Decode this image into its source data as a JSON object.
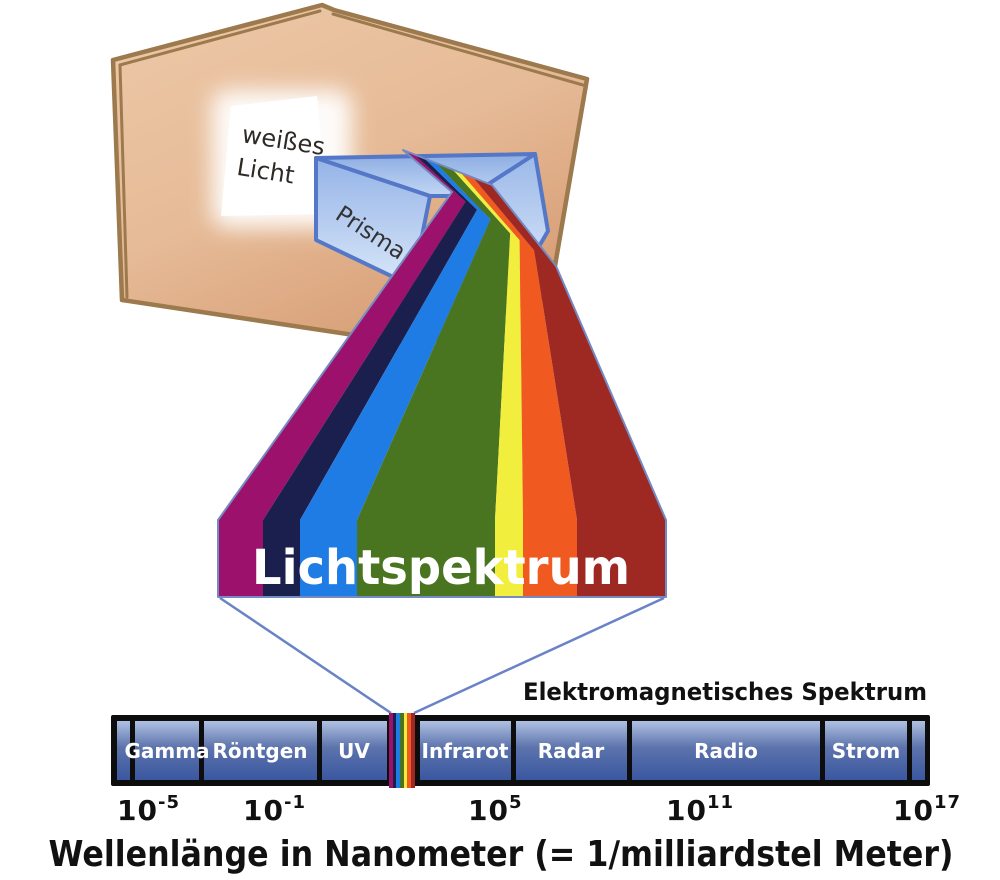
{
  "scene": {
    "white_light_line1": "weißes",
    "white_light_line2": "Licht",
    "prism_label": "Prisma",
    "spectrum_title": "Lichtspektrum",
    "em_spectrum_title": "Elektromagnetisches Spektrum",
    "caption": "Wellenlänge in Nanometer (= 1/milliardstel Meter)"
  },
  "em_bands": [
    {
      "label": "Gamma"
    },
    {
      "label": "Röntgen"
    },
    {
      "label": "UV"
    },
    {
      "label": "Infrarot"
    },
    {
      "label": "Radar"
    },
    {
      "label": "Radio"
    },
    {
      "label": "Strom"
    }
  ],
  "axis_ticks": [
    {
      "base": "10",
      "exp": "-5"
    },
    {
      "base": "10",
      "exp": "-1"
    },
    {
      "base": "10",
      "exp": "5"
    },
    {
      "base": "10",
      "exp": "11"
    },
    {
      "base": "10",
      "exp": "17"
    }
  ],
  "colors": {
    "spectrum": {
      "violet": "#9C116B",
      "navy": "#1B1F4D",
      "blue": "#1E7CE4",
      "green": "#4A7520",
      "yellow": "#F2EE3E",
      "orange": "#F05A20",
      "red": "#9E2822"
    },
    "prism_stroke": "#5577C8",
    "connector": "#6A83C6",
    "box_outline": "#9C7A4E",
    "bar_gradient_top": "#AFC1E2",
    "bar_gradient_bottom": "#3A57A0",
    "bar_border": "#0D0D0D",
    "bar_label_text": "#FFFFFF",
    "dark_text": "#111111"
  }
}
